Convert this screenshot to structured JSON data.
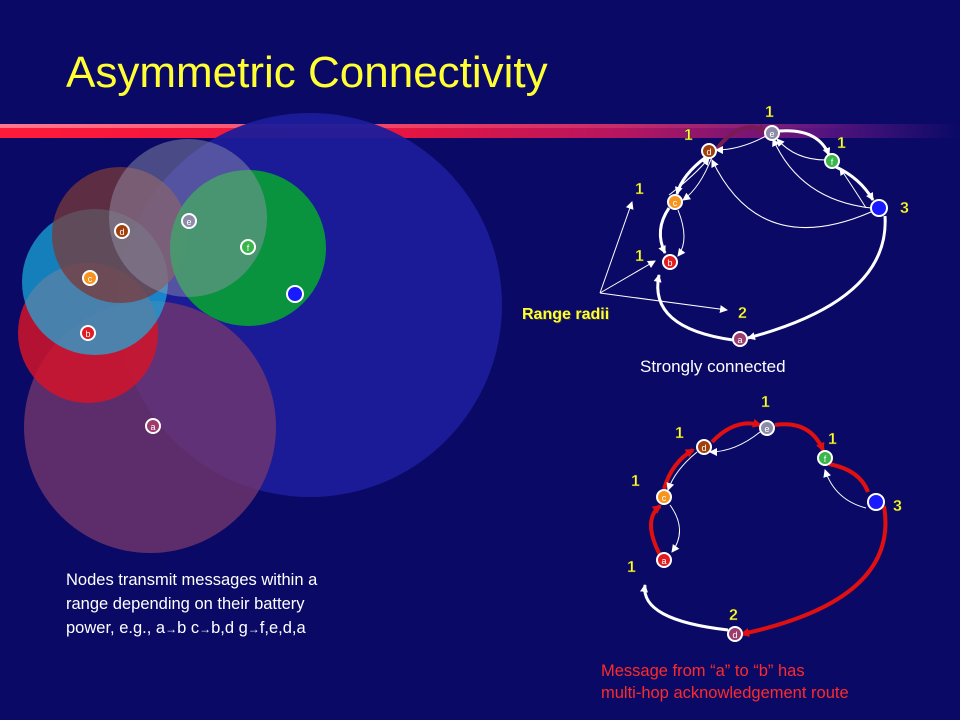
{
  "slide": {
    "title": "Asymmetric Connectivity",
    "body_text": {
      "line1": "Nodes transmit messages within a",
      "line2": "range depending on their battery",
      "line3_pre": "power, e.g., a",
      "line3_b": "b  c",
      "line3_bd": "b,d  g",
      "line3_end": "f,e,d,a",
      "arrow": "→"
    }
  },
  "range_diagram": {
    "nodes": [
      {
        "label": "a",
        "color": "#9b3b6e"
      },
      {
        "label": "b",
        "color": "#e11b22"
      },
      {
        "label": "c",
        "color": "#f7941d"
      },
      {
        "label": "d",
        "color": "#a0410d"
      },
      {
        "label": "e",
        "color": "#8c8ca8"
      },
      {
        "label": "f",
        "color": "#39b54a"
      },
      {
        "label": "",
        "color": "#1a1aff"
      }
    ]
  },
  "top_graph": {
    "nodes": [
      "e",
      "d",
      "f",
      "c",
      "b",
      "a"
    ],
    "weights": {
      "e_top": "1",
      "d_left": "1",
      "f_right": "1",
      "g_right": "3",
      "c_left": "1",
      "b_left": "1",
      "a_top": "2"
    },
    "range_label": "Range radii",
    "caption": "Strongly connected"
  },
  "bottom_graph": {
    "nodes": [
      "e",
      "d",
      "f",
      "c",
      "a",
      "d"
    ],
    "weights": {
      "e_top": "1",
      "d_left": "1",
      "f_right": "1",
      "g_right": "3",
      "c_left": "1",
      "b_left": "1",
      "a_top": "2"
    },
    "caption_line1": "Message from “a” to “b” has",
    "caption_line2": "multi-hop  acknowledgement route"
  },
  "colors": {
    "background": "#0a0a66",
    "title": "#ffff33",
    "weight_label": "#ffff33",
    "highlight_route": "#e01010"
  }
}
